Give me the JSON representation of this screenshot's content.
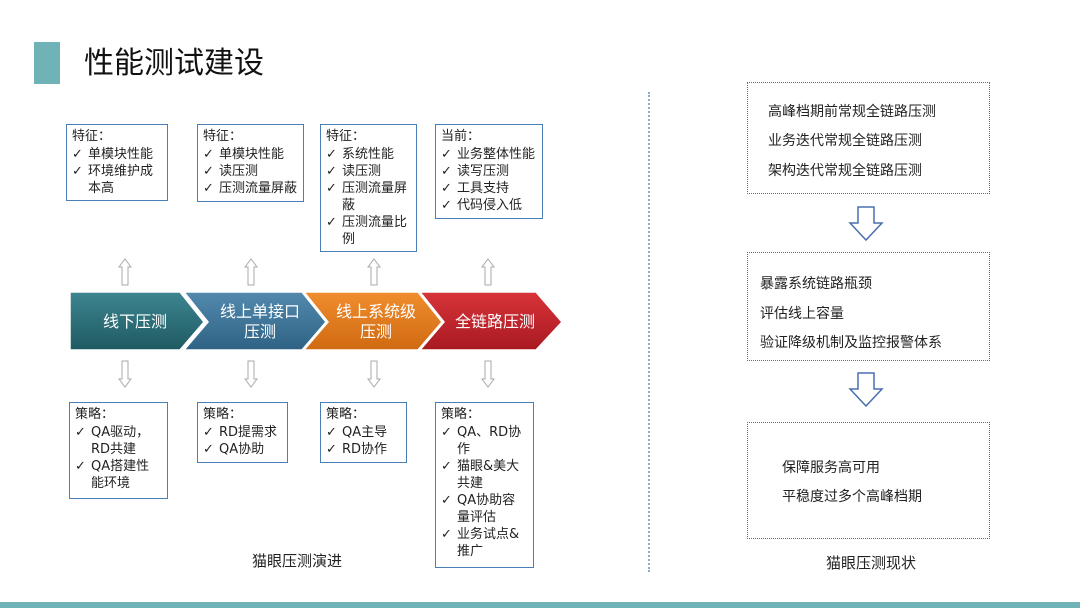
{
  "title": "性能测试建设",
  "stages": [
    {
      "label_lines": [
        "线下压测"
      ],
      "color": "#2e6b73"
    },
    {
      "label_lines": [
        "线上单接口",
        "压测"
      ],
      "color": "#3f7496"
    },
    {
      "label_lines": [
        "线上系统级",
        "压测"
      ],
      "color": "#e07b1f"
    },
    {
      "label_lines": [
        "全链路压测"
      ],
      "color": "#c0242b"
    }
  ],
  "features": [
    {
      "head": "特征：",
      "items": [
        "单模块性能",
        "环境维护成本高"
      ]
    },
    {
      "head": "特征：",
      "items": [
        "单模块性能",
        "读压测",
        "压测流量屏蔽"
      ]
    },
    {
      "head": "特征：",
      "items": [
        "系统性能",
        "读压测",
        "压测流量屏蔽",
        "压测流量比例"
      ]
    },
    {
      "head": "当前：",
      "items": [
        "业务整体性能",
        "读写压测",
        "工具支持",
        "代码侵入低"
      ]
    }
  ],
  "strategies": [
    {
      "head": "策略：",
      "items": [
        "QA驱动，RD共建",
        "QA搭建性能环境"
      ]
    },
    {
      "head": "策略：",
      "items": [
        "RD提需求",
        "QA协助"
      ]
    },
    {
      "head": "策略：",
      "items": [
        "QA主导",
        "RD协作"
      ]
    },
    {
      "head": "策略：",
      "items": [
        "QA、RD协作",
        "猫眼&美大共建",
        "QA协助容量评估",
        "业务试点&推广"
      ]
    }
  ],
  "left_caption": "猫眼压测演进",
  "right_caption": "猫眼压测现状",
  "right_boxes": [
    {
      "lines": [
        "高峰档期前常规全链路压测",
        "业务迭代常规全链路压测",
        "架构迭代常规全链路压测"
      ]
    },
    {
      "lines": [
        "暴露系统链路瓶颈",
        "评估线上容量",
        "验证降级机制及监控报警体系"
      ]
    },
    {
      "lines": [
        "保障服务高可用",
        "平稳度过多个高峰档期"
      ]
    }
  ]
}
